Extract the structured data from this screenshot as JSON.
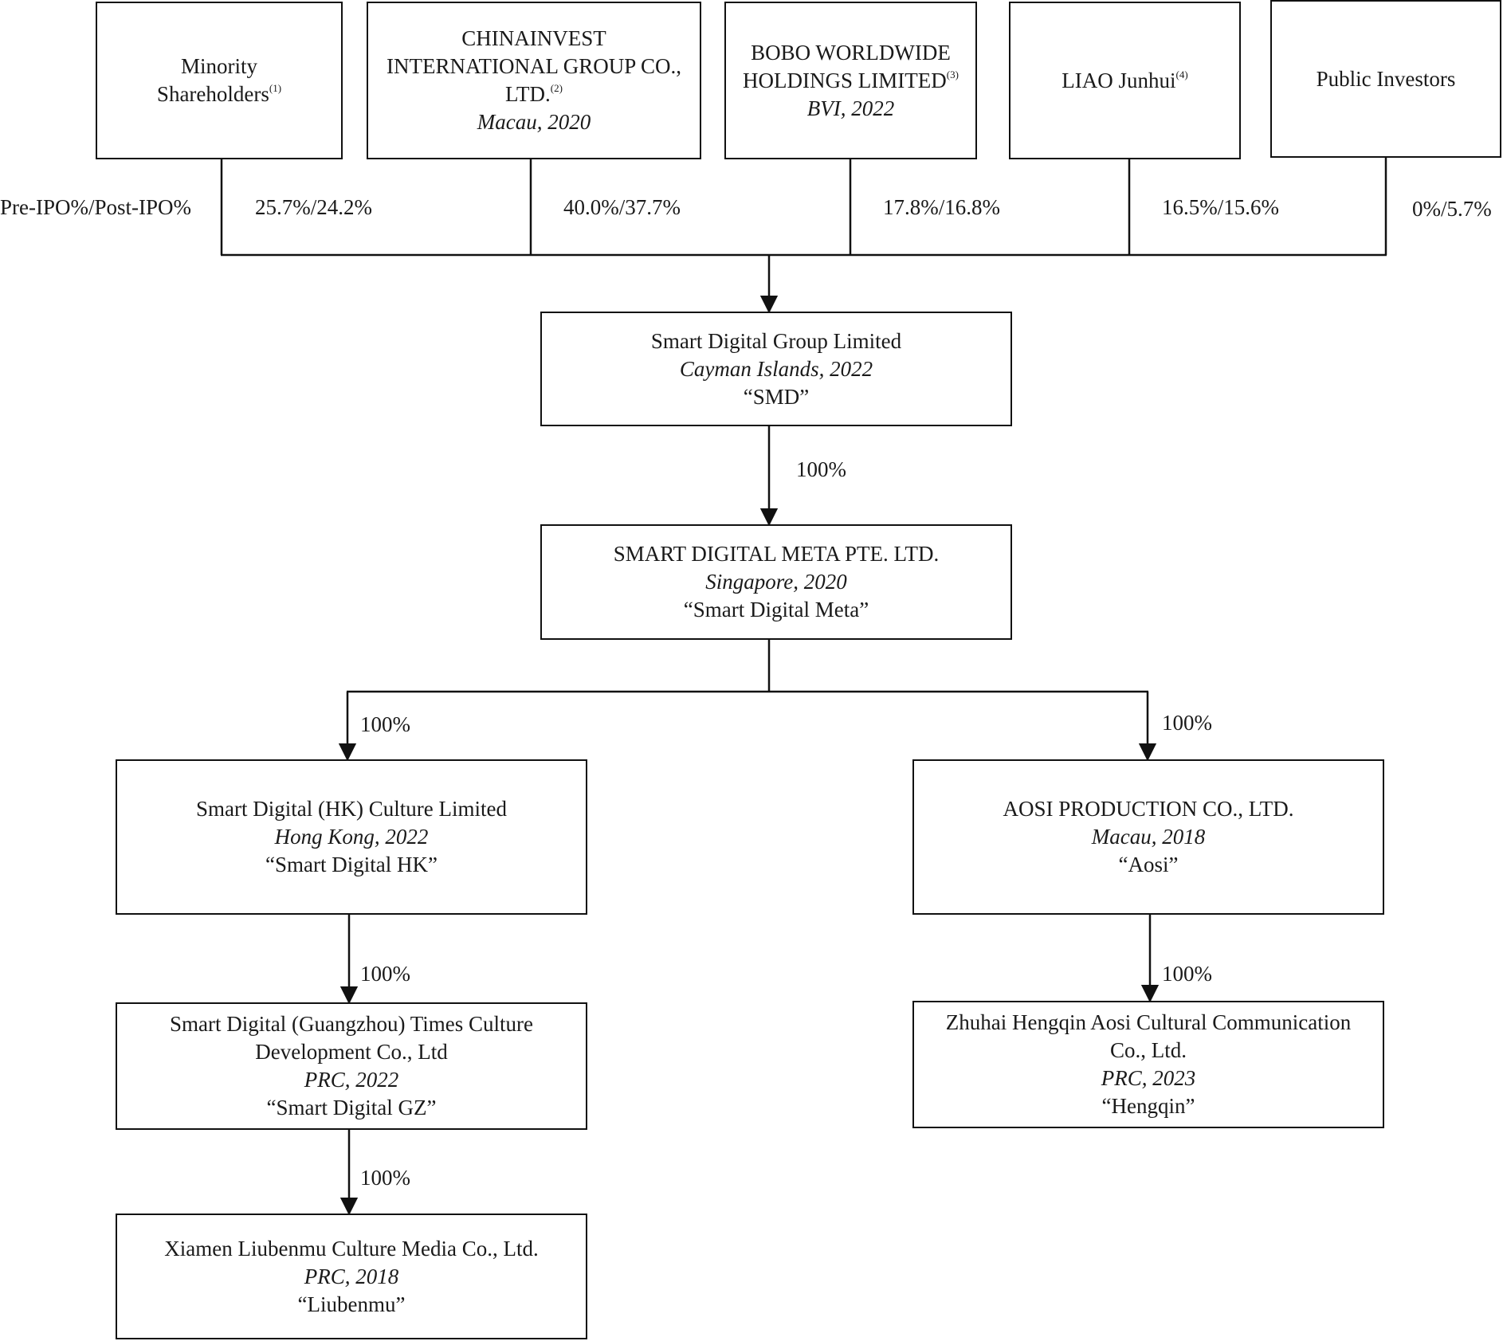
{
  "shareholders": {
    "minority": {
      "line1": "Minority",
      "line2": "Shareholders",
      "note": "(1)"
    },
    "chinainvest": {
      "line1": "CHINAINVEST",
      "line2": "INTERNATIONAL GROUP CO.,",
      "line3": "LTD.",
      "note": "(2)",
      "jurisdiction": "Macau, 2020"
    },
    "bobo": {
      "line1": "BOBO WORLDWIDE",
      "line2": "HOLDINGS LIMITED",
      "note": "(3)",
      "jurisdiction": "BVI, 2022"
    },
    "liao": {
      "name": "LIAO Junhui",
      "note": "(4)"
    },
    "public": {
      "name": "Public Investors"
    }
  },
  "ownership": {
    "row_label": "Pre-IPO%/Post-IPO%",
    "minority": "25.7%/24.2%",
    "chinainvest": "40.0%/37.7%",
    "bobo": "17.8%/16.8%",
    "liao": "16.5%/15.6%",
    "public": "0%/5.7%"
  },
  "entities": {
    "smd": {
      "name": "Smart Digital Group Limited",
      "jurisdiction": "Cayman Islands, 2022",
      "short": "“SMD”"
    },
    "meta": {
      "name": "SMART DIGITAL META PTE. LTD.",
      "jurisdiction": "Singapore, 2020",
      "short": "“Smart Digital Meta”"
    },
    "hk": {
      "name": "Smart Digital (HK) Culture Limited",
      "jurisdiction": "Hong Kong, 2022",
      "short": "“Smart Digital HK”"
    },
    "aosi": {
      "name": "AOSI PRODUCTION CO., LTD.",
      "jurisdiction": "Macau, 2018",
      "short": "“Aosi”"
    },
    "gz": {
      "name_line1": "Smart Digital (Guangzhou) Times Culture",
      "name_line2": "Development Co., Ltd",
      "jurisdiction": "PRC, 2022",
      "short": "“Smart Digital GZ”"
    },
    "hengqin": {
      "name_line1": "Zhuhai Hengqin Aosi Cultural Communication",
      "name_line2": "Co., Ltd.",
      "jurisdiction": "PRC, 2023",
      "short": "“Hengqin”"
    },
    "liubenmu": {
      "name": "Xiamen Liubenmu Culture Media Co., Ltd.",
      "jurisdiction": "PRC, 2018",
      "short": "“Liubenmu”"
    }
  },
  "edges": {
    "smd_meta": "100%",
    "meta_hk": "100%",
    "meta_aosi": "100%",
    "hk_gz": "100%",
    "aosi_hengqin": "100%",
    "gz_liubenmu": "100%"
  }
}
